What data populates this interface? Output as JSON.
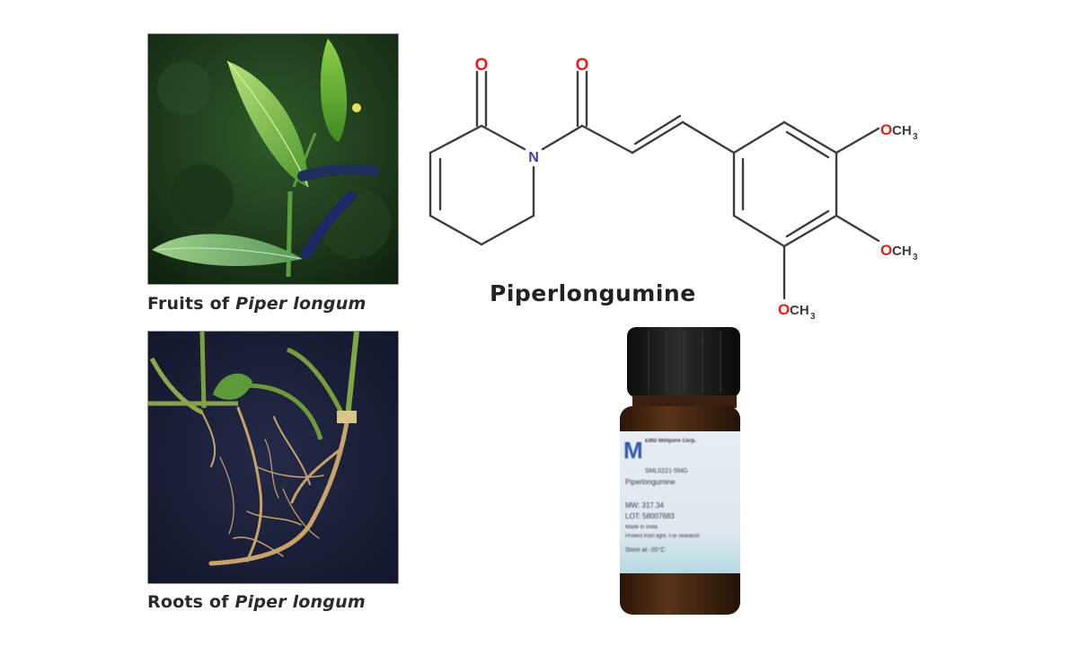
{
  "figure": {
    "panels": [
      {
        "id": "fruits",
        "caption_prefix": "Fruits of ",
        "caption_species": "Piper longum",
        "subject": "Leaves and elongated dark fruit spikes of Piper longum on a dark green background"
      },
      {
        "id": "roots",
        "caption_prefix": "Roots of ",
        "caption_species": "Piper longum",
        "subject": "Tan fibrous roots with green stems on a dark navy background"
      }
    ],
    "compound": {
      "name": "Piperlongumine",
      "atoms": {
        "carbonyl_o_1": "O",
        "carbonyl_o_2": "O",
        "nitrogen": "N",
        "methoxy_1": "OCH",
        "methoxy_2": "OCH",
        "methoxy_3": "OCH",
        "methoxy_subscript": "3"
      },
      "colors": {
        "oxygen": "#e0201b",
        "nitrogen": "#3a3aa8",
        "bond": "#3c3c3c"
      }
    },
    "vial_label": {
      "brand_mark": "M",
      "line1": "EMD Millipore Corp.",
      "line2": "SML0221-5MG",
      "line3": "Piperlongumine",
      "line4": "MW: 317.34",
      "line5": "LOT: 58007683",
      "line6": "Made in India",
      "line7": "Protect from light. For research",
      "line8": "Store at -20°C"
    }
  }
}
